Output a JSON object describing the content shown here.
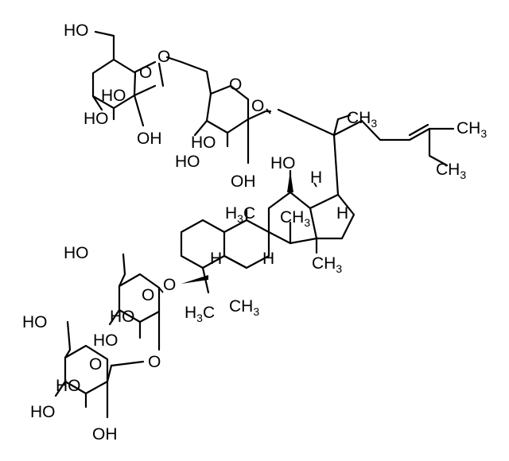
{
  "colors": {
    "bond": "#000000",
    "background": "#ffffff"
  },
  "labels": {
    "ho_glc1": "HO",
    "o_ring_glc1": "O",
    "o_link_glc1": "O",
    "ho_glc1_c4": "HO",
    "ho_glc1_c4b": "HO",
    "oh_glc1_c2": "OH",
    "o_ring_glc2": "O",
    "o_link_glc2": "O",
    "ho_glc2_c4": "HO",
    "ho_glc2_c4b": "HO",
    "oh_glc2_c2": "OH",
    "ch3_c20": "CH",
    "ch3_c20_sub": "3",
    "ch3_side_a": "CH",
    "ch3_side_a_sub": "3",
    "ch3_side_b": "CH",
    "ch3_side_b_sub": "3",
    "ho_c12": "HO",
    "h_c13": "H",
    "h3c_c10": "H",
    "h3c_c10_sub": "3",
    "h3c_c10_c": "C",
    "ch3_c8": "CH",
    "ch3_c8_sub": "3",
    "h_c17": "H",
    "h_c9": "H",
    "h_c5": "H",
    "ch3_c14": "CH",
    "ch3_c14_sub": "3",
    "ho_glc3": "HO",
    "o_ring_glc3": "O",
    "o_link_c3": "O",
    "ho_glc3_c4": "HO",
    "ho_glc3_c4b": "HO",
    "h3c_c4": "H",
    "h3c_c4_sub": "3",
    "h3c_c4_c": "C",
    "ch3_c4": "CH",
    "ch3_c4_sub": "3",
    "o_link_glc4": "O",
    "ho_glc4": "HO",
    "o_ring_glc4": "O",
    "ho_glc4_c4": "HO",
    "ho_glc4_c4b": "HO",
    "oh_glc4_c2": "OH"
  }
}
